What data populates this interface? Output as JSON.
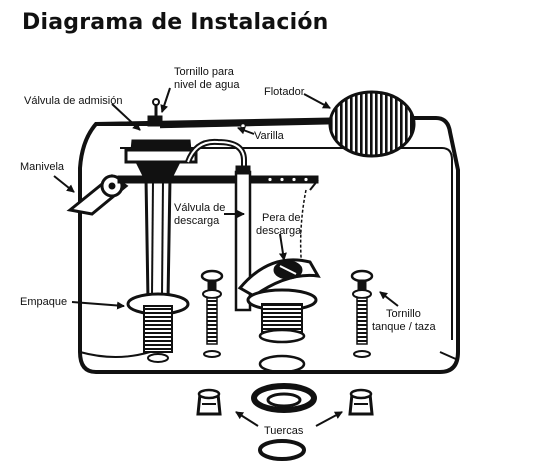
{
  "title": "Diagrama de Instalación",
  "labels": {
    "tornillo_nivel_1": "Tornillo para",
    "tornillo_nivel_2": "nivel de agua",
    "flotador": "Flotador",
    "valvula_admision": "Válvula de admisión",
    "varilla": "Varilla",
    "manivela": "Manivela",
    "valvula_descarga_1": "Válvula de",
    "valvula_descarga_2": "descarga",
    "pera_1": "Pera de",
    "pera_2": "descarga",
    "empaque": "Empaque",
    "tornillo_tanque_1": "Tornillo",
    "tornillo_tanque_2": "tanque / taza",
    "tuercas": "Tuercas"
  },
  "colors": {
    "ink": "#111111",
    "paper": "#ffffff"
  }
}
